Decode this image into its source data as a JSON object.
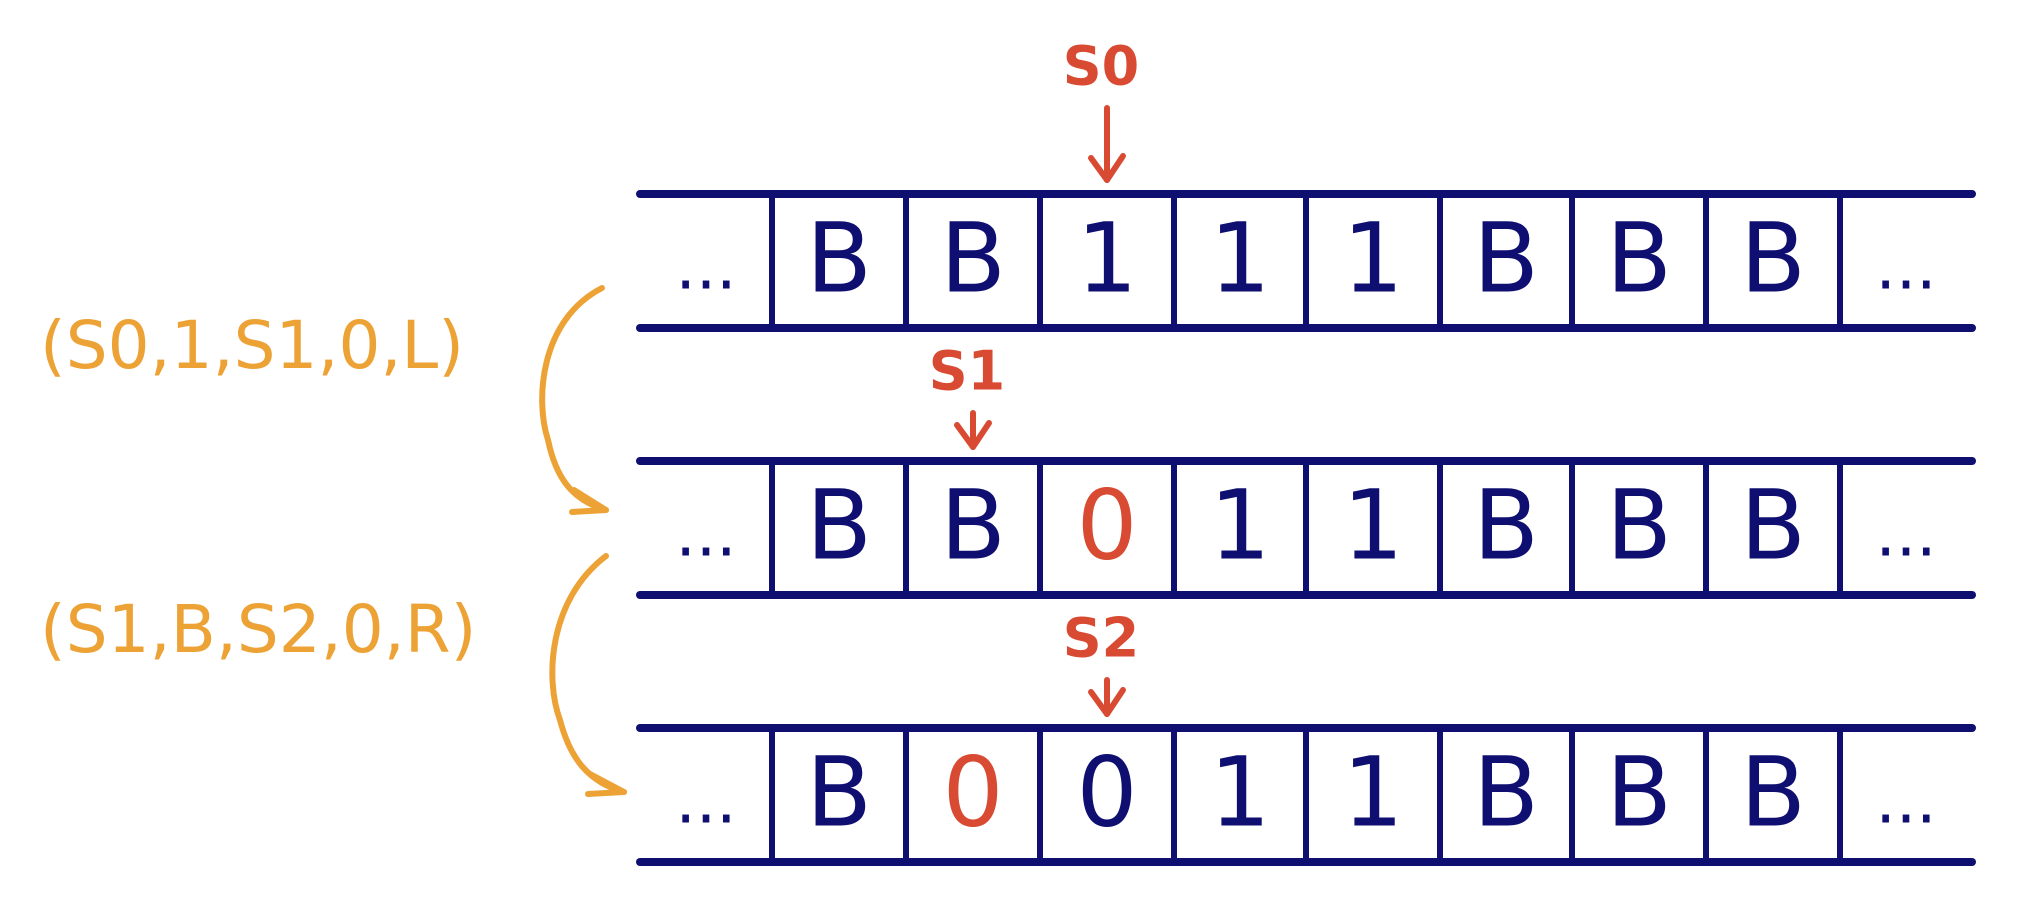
{
  "colors": {
    "tape": "#0f0f72",
    "written_symbol": "#d94a33",
    "state_label": "#d94a33",
    "transition": "#eda236"
  },
  "ellipsis": "...",
  "tapes": [
    {
      "cells": [
        {
          "symbol": "B",
          "highlight": false
        },
        {
          "symbol": "B",
          "highlight": false
        },
        {
          "symbol": "1",
          "highlight": false
        },
        {
          "symbol": "1",
          "highlight": false
        },
        {
          "symbol": "1",
          "highlight": false
        },
        {
          "symbol": "B",
          "highlight": false
        },
        {
          "symbol": "B",
          "highlight": false
        },
        {
          "symbol": "B",
          "highlight": false
        }
      ],
      "head_state": "S0",
      "head_cell": 2
    },
    {
      "cells": [
        {
          "symbol": "B",
          "highlight": false
        },
        {
          "symbol": "B",
          "highlight": false
        },
        {
          "symbol": "0",
          "highlight": true
        },
        {
          "symbol": "1",
          "highlight": false
        },
        {
          "symbol": "1",
          "highlight": false
        },
        {
          "symbol": "B",
          "highlight": false
        },
        {
          "symbol": "B",
          "highlight": false
        },
        {
          "symbol": "B",
          "highlight": false
        }
      ],
      "head_state": "S1",
      "head_cell": 1
    },
    {
      "cells": [
        {
          "symbol": "B",
          "highlight": false
        },
        {
          "symbol": "0",
          "highlight": true
        },
        {
          "symbol": "0",
          "highlight": false
        },
        {
          "symbol": "1",
          "highlight": false
        },
        {
          "symbol": "1",
          "highlight": false
        },
        {
          "symbol": "B",
          "highlight": false
        },
        {
          "symbol": "B",
          "highlight": false
        },
        {
          "symbol": "B",
          "highlight": false
        }
      ],
      "head_state": "S2",
      "head_cell": 2
    }
  ],
  "transitions": [
    {
      "label": "(S0,1,S1,0,L)"
    },
    {
      "label": "(S1,B,S2,0,R)"
    }
  ]
}
